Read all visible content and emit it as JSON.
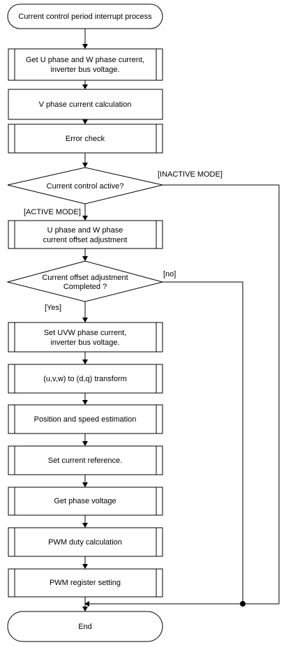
{
  "flowchart": {
    "start": "Current control period interrupt process",
    "step_get_current": [
      "Get U phase and W phase current,",
      "inverter bus voltage."
    ],
    "step_v_phase": "V phase current calculation",
    "step_error_check": "Error check",
    "decision_control_active": "Current control active?",
    "label_inactive_mode": "[INACTIVE MODE]",
    "label_active_mode": "[ACTIVE MODE]",
    "step_offset_adjust": [
      "U phase and W phase",
      "current offset adjustment"
    ],
    "decision_offset_completed": [
      "Current offset adjustment",
      "Completed ?"
    ],
    "label_no": "[no]",
    "label_yes": "[Yes]",
    "step_set_uvw": [
      "Set UVW phase current,",
      "inverter bus voltage."
    ],
    "step_transform": "(u,v,w) to (d,q) transform",
    "step_position_speed": "Position and speed estimation",
    "step_current_ref": "Set current reference.",
    "step_phase_voltage": "Get phase voltage",
    "step_pwm_duty": "PWM duty calculation",
    "step_pwm_register": "PWM register setting",
    "end": "End"
  }
}
